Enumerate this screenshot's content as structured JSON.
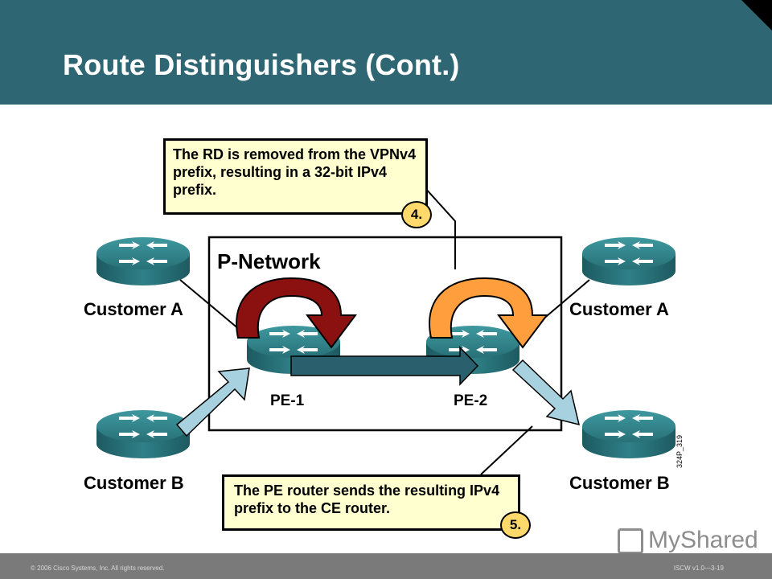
{
  "slide": {
    "title": "Route Distinguishers (Cont.)",
    "footer_left": "© 2006 Cisco Systems, Inc. All rights reserved.",
    "footer_right": "ISCW v1.0—3-19"
  },
  "diagram": {
    "network_label": "P-Network",
    "nodes": {
      "customer_a_left": "Customer A",
      "customer_b_left": "Customer B",
      "customer_a_right": "Customer A",
      "customer_b_right": "Customer B",
      "pe1": "PE-1",
      "pe2": "PE-2"
    },
    "callouts": [
      {
        "step": "4.",
        "text": "The RD is removed from the VPNv4 prefix, resulting in a 32-bit IPv4 prefix."
      },
      {
        "step": "5.",
        "text": "The PE router sends the resulting IPv4 prefix to the CE router."
      }
    ],
    "figure_id": "324P_319"
  },
  "colors": {
    "header": "#2f6673",
    "router": "#2f7f85",
    "arrow_light": "#a8d1df",
    "arrow_dark": "#2a5f6e",
    "loop_pe1": "#8b1111",
    "loop_pe2": "#ff9e3d",
    "callout_bg": "#ffffd0",
    "step_badge": "#ffd96b"
  },
  "watermark": "MyShared"
}
